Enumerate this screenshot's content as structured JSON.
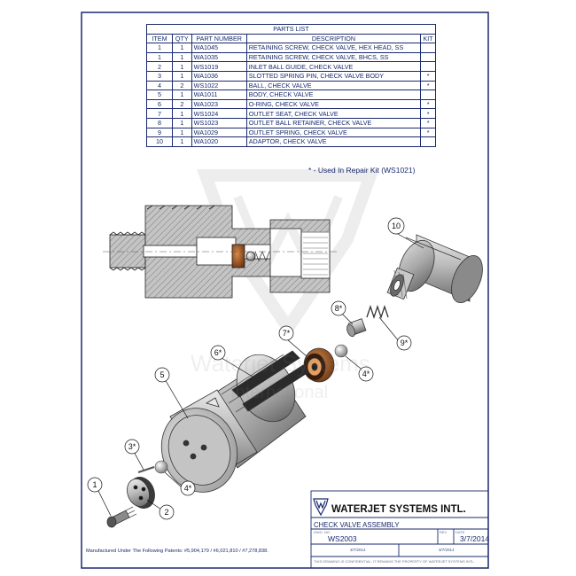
{
  "parts_list": {
    "title": "PARTS LIST",
    "headers": [
      "ITEM",
      "QTY",
      "PART NUMBER",
      "DESCRIPTION",
      "KIT"
    ],
    "rows": [
      {
        "item": "1",
        "qty": "1",
        "part": "WA1045",
        "desc": "RETAINING SCREW, CHECK VALVE, HEX HEAD, SS",
        "kit": ""
      },
      {
        "item": "1",
        "qty": "1",
        "part": "WA1035",
        "desc": "RETAINING SCREW, CHECK VALVE, BHCS, SS",
        "kit": ""
      },
      {
        "item": "2",
        "qty": "1",
        "part": "WS1019",
        "desc": "INLET BALL GUIDE, CHECK VALVE",
        "kit": ""
      },
      {
        "item": "3",
        "qty": "1",
        "part": "WA1036",
        "desc": "SLOTTED SPRING PIN, CHECK VALVE BODY",
        "kit": "*"
      },
      {
        "item": "4",
        "qty": "2",
        "part": "WS1022",
        "desc": "BALL, CHECK VALVE",
        "kit": "*"
      },
      {
        "item": "5",
        "qty": "1",
        "part": "WA1011",
        "desc": "BODY, CHECK VALVE",
        "kit": ""
      },
      {
        "item": "6",
        "qty": "2",
        "part": "WA1023",
        "desc": "O-RING, CHECK VALVE",
        "kit": "*"
      },
      {
        "item": "7",
        "qty": "1",
        "part": "WS1024",
        "desc": "OUTLET SEAT, CHECK VALVE",
        "kit": "*"
      },
      {
        "item": "8",
        "qty": "1",
        "part": "WS1023",
        "desc": "OUTLET BALL RETAINER, CHECK VALVE",
        "kit": "*"
      },
      {
        "item": "9",
        "qty": "1",
        "part": "WA1029",
        "desc": "OUTLET SPRING, CHECK VALVE",
        "kit": "*"
      },
      {
        "item": "10",
        "qty": "1",
        "part": "WA1020",
        "desc": "ADAPTOR, CHECK VALVE",
        "kit": ""
      }
    ]
  },
  "repair_note": "* - Used In Repair Kit (WS1021)",
  "callouts": {
    "c10": "10",
    "c8": "8*",
    "c7": "7*",
    "c9": "9*",
    "c4a": "4*",
    "c6": "6*",
    "c5": "5",
    "c3": "3*",
    "c4b": "4*",
    "c1": "1",
    "c2": "2"
  },
  "watermark_text": {
    "line1": "Waterjet Systems",
    "line2": "International"
  },
  "patents": "Manufactured Under The Following Patents: #5,904,179 / #6,021,810 / #7,278,838.",
  "title_block": {
    "company": "WATERJET SYSTEMS INTL.",
    "description": "CHECK VALVE ASSEMBLY",
    "part_number": "WS2003",
    "date": "3/7/2014",
    "field_dwg_no": "DWG. NO.",
    "field_rev": "REV",
    "field_date": "DATE",
    "drawn": "3/7/2014",
    "checked": "3/7/2014",
    "rights_notice": "THIS DRAWING IS CONFIDENTIAL. IT REMAINS THE PROPERTY OF WATERJET SYSTEMS INTL."
  },
  "colors": {
    "border": "#1a2a6e",
    "metal_light": "#d8d8d8",
    "metal_dark": "#5a5a5a",
    "seat_brown": "#a05a2c",
    "section_fill": "#b8b8b8"
  }
}
